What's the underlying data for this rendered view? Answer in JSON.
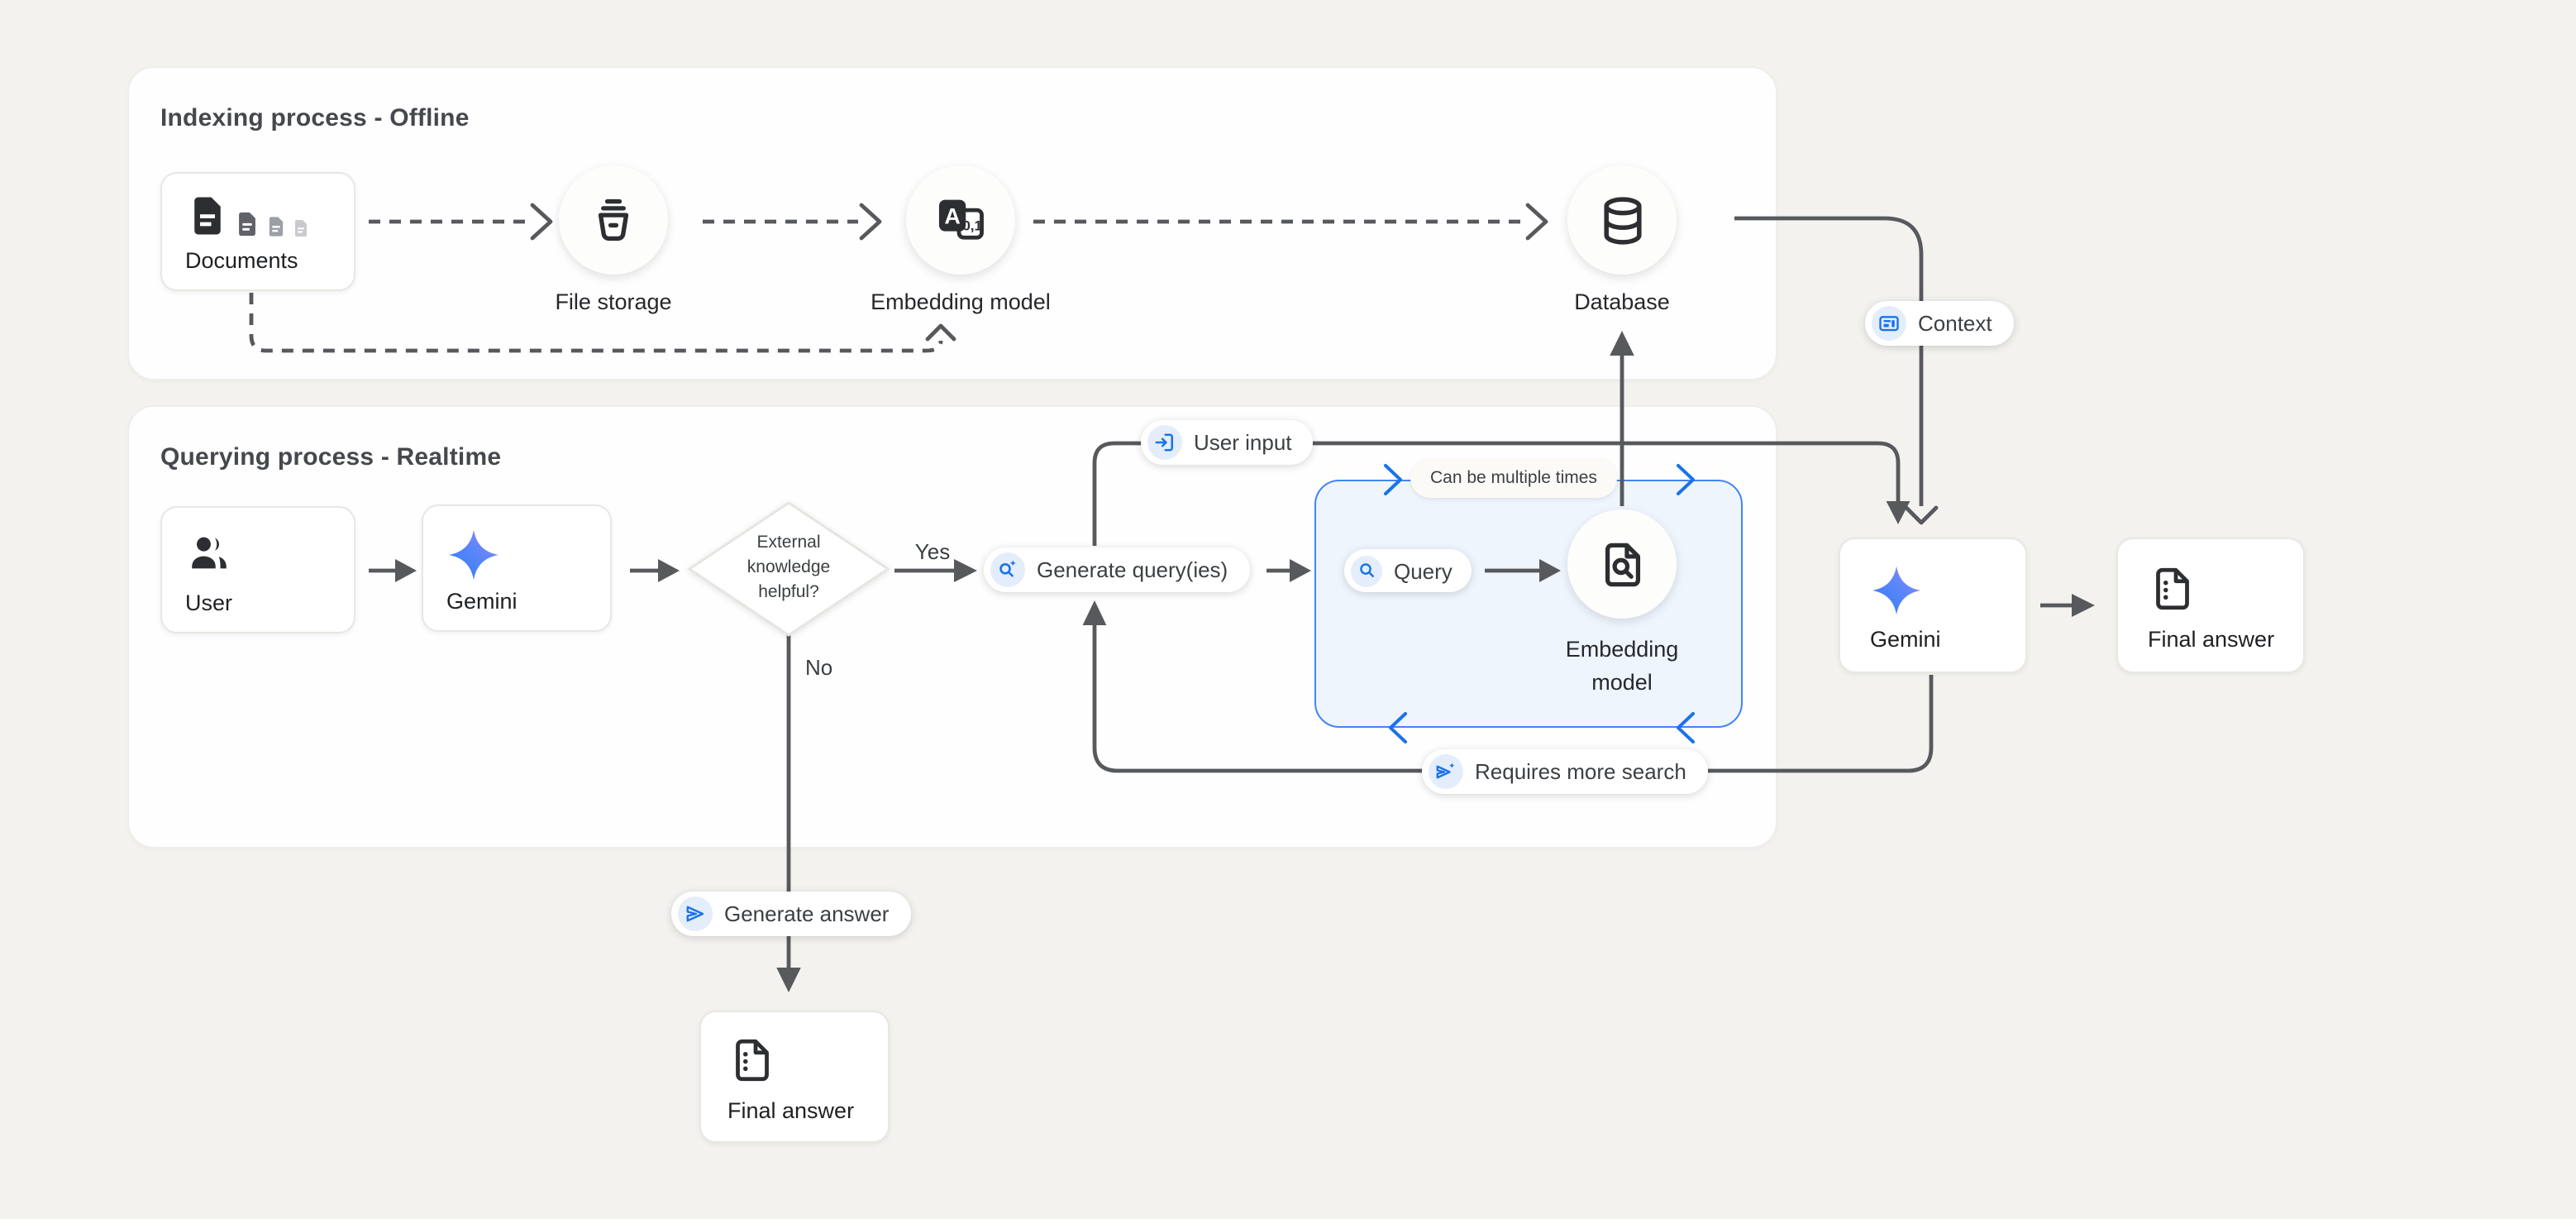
{
  "sections": {
    "indexing": {
      "title": "Indexing process - Offline"
    },
    "querying": {
      "title": "Querying process - Realtime"
    }
  },
  "indexing": {
    "documents": {
      "label": "Documents",
      "icon": "document-stack-icon"
    },
    "file_storage": {
      "label": "File storage",
      "icon": "storage-bucket-icon"
    },
    "embedding_model": {
      "label": "Embedding model",
      "icon": "text-to-tokens-icon"
    },
    "database": {
      "label": "Database",
      "icon": "database-icon"
    }
  },
  "querying": {
    "user": {
      "label": "User",
      "icon": "users-icon"
    },
    "gemini": {
      "label": "Gemini",
      "icon": "gemini-star-icon"
    },
    "decision": {
      "line1": "External",
      "line2": "knowledge",
      "line3": "helpful?"
    },
    "yes_label": "Yes",
    "no_label": "No",
    "generate_queries": {
      "label": "Generate query(ies)",
      "icon": "search-sparkle-icon"
    },
    "query": {
      "label": "Query",
      "icon": "search-icon"
    },
    "embedding_model": {
      "line1": "Embedding",
      "line2": "model",
      "icon": "document-search-icon"
    },
    "loop_note": "Can be multiple times",
    "user_input": {
      "label": "User input",
      "icon": "input-icon"
    },
    "context": {
      "label": "Context",
      "icon": "context-card-icon"
    },
    "requires_more_search": {
      "label": "Requires more search",
      "icon": "send-sparkle-icon"
    },
    "generate_answer": {
      "label": "Generate answer",
      "icon": "send-icon"
    },
    "gemini_final": {
      "label": "Gemini",
      "icon": "gemini-star-icon"
    },
    "final_answer_right": {
      "label": "Final answer",
      "icon": "answer-document-icon"
    },
    "final_answer_bottom": {
      "label": "Final answer",
      "icon": "answer-document-icon"
    }
  },
  "colors": {
    "accent_blue": "#1a73e8",
    "loop_border_blue": "#4285f4",
    "line_gray": "#57595d",
    "background": "#f3f2ef"
  }
}
